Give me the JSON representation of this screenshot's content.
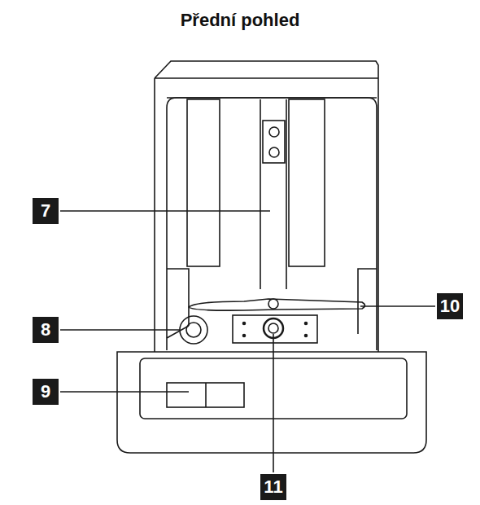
{
  "diagram": {
    "title": "Přední pohled",
    "labels": [
      "7",
      "8",
      "9",
      "10",
      "11"
    ]
  }
}
